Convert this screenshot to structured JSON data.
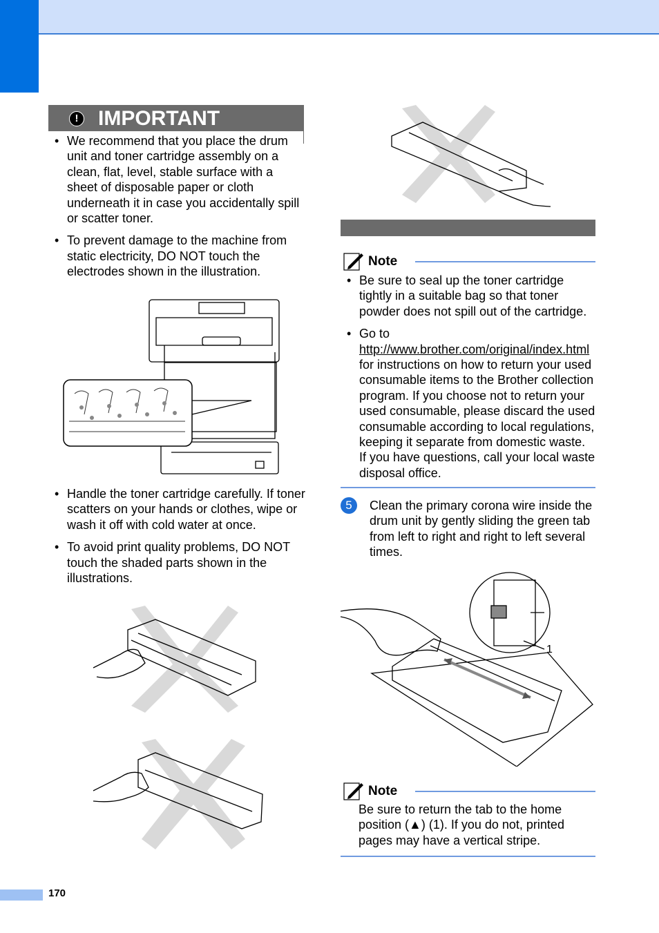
{
  "header": {
    "bar_color": "#cfe0fb",
    "tab_color": "#0070e0"
  },
  "important": {
    "title": "IMPORTANT",
    "icon": "exclamation-icon",
    "bullets": [
      "We recommend that you place the drum unit and toner cartridge assembly on a clean, flat, level, stable surface with a sheet of disposable paper or cloth underneath it in case you accidentally spill or scatter toner.",
      "To prevent damage to the machine from static electricity, DO NOT touch the electrodes shown in the illustration.",
      "Handle the toner cartridge carefully. If toner scatters on your hands or clothes, wipe or wash it off with cold water at once.",
      "To avoid print quality problems, DO NOT touch the shaded parts shown in the illustrations."
    ]
  },
  "note1": {
    "label": "Note",
    "bullet1": "Be sure to seal up the toner cartridge tightly in a suitable bag so that toner powder does not spill out of the cartridge.",
    "bullet2_prefix": "Go to",
    "bullet2_link": "http://www.brother.com/original/index.html",
    "bullet2_suffix": "for instructions on how to return your used consumable items to the Brother collection program. If you choose not to return your used consumable, please discard the used consumable according to local regulations, keeping it separate from domestic waste. If you have questions, call your local waste disposal office."
  },
  "step": {
    "number": "5",
    "text": "Clean the primary corona wire inside the drum unit by gently sliding the green tab from left to right and right to left several times.",
    "callout": "1"
  },
  "note2": {
    "label": "Note",
    "text": "Be sure to return the tab to the home position (▲)  (1). If you do not, printed pages may have a vertical stripe."
  },
  "page_number": "170"
}
